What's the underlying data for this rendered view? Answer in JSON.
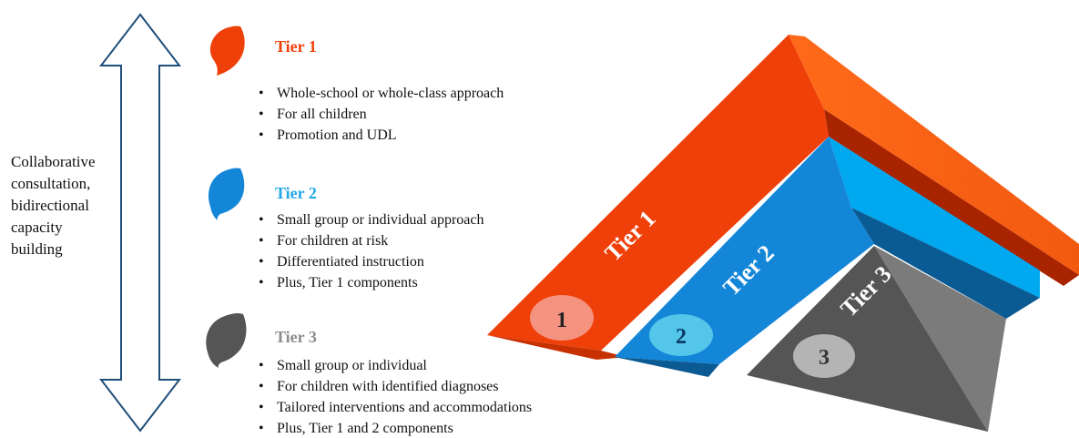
{
  "side_label": [
    "Collaborative",
    "consultation,",
    "bidirectional",
    "capacity",
    "building"
  ],
  "colors": {
    "tier1": "#f0400a",
    "tier2": "#1486d8",
    "tier3": "#555555",
    "tier2_title": "#21a6e6",
    "tier3_title": "#8c8c8c",
    "arrow_stroke": "#1f4e79"
  },
  "tiers": [
    {
      "title": "Tier 1",
      "bullets": [
        "Whole-school or whole-class approach",
        "For all children",
        "Promotion and UDL"
      ],
      "pyramid_label": "Tier 1",
      "badge": "1"
    },
    {
      "title": "Tier 2",
      "bullets": [
        "Small group or individual approach",
        "For children at risk",
        "Differentiated instruction",
        "Plus, Tier 1 components"
      ],
      "pyramid_label": "Tier 2",
      "badge": "2"
    },
    {
      "title": "Tier 3",
      "bullets": [
        "Small group or individual",
        "For children with identified diagnoses",
        "Tailored interventions and accommodations",
        "Plus, Tier 1 and 2 components"
      ],
      "pyramid_label": "Tier 3",
      "badge": "3"
    }
  ]
}
